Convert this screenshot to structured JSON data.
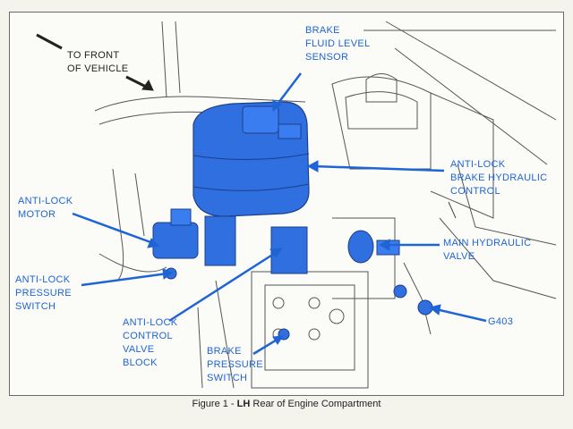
{
  "labels": {
    "to_front": "TO FRONT\nOF VEHICLE",
    "brake_fluid_level_sensor": "BRAKE\nFLUID LEVEL\nSENSOR",
    "anti_lock_brake_hydraulic_control": "ANTI-LOCK\nBRAKE HYDRAULIC\nCONTROL",
    "anti_lock_motor": "ANTI-LOCK\nMOTOR",
    "main_hydraulic_valve": "MAIN HYDRAULIC\nVALVE",
    "anti_lock_pressure_switch": "ANTI-LOCK\nPRESSURE\nSWITCH",
    "g403": "G403",
    "anti_lock_control_valve_block": "ANTI-LOCK\nCONTROL\nVALVE\nBLOCK",
    "brake_pressure_switch": "BRAKE\nPRESSURE\nSWITCH"
  },
  "caption": {
    "prefix": "Figure 1 - ",
    "bold": "LH",
    "suffix": " Rear of Engine Compartment"
  },
  "colors": {
    "callout_blue": "#1f64d6",
    "component_blue": "#2f6fe0",
    "outline": "#4a4a4a"
  }
}
